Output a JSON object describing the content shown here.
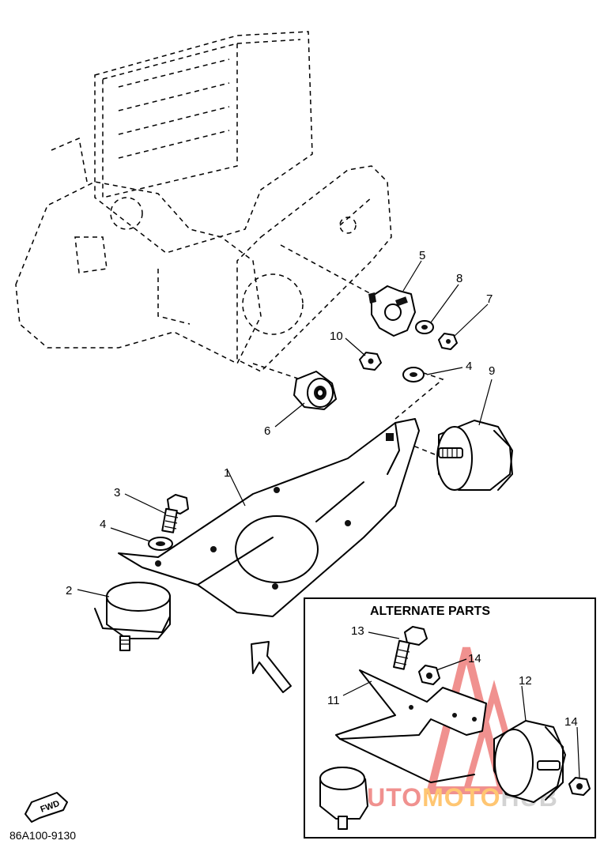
{
  "diagram": {
    "callouts": {
      "p1": "1",
      "p2": "2",
      "p3": "3",
      "p4a": "4",
      "p4b": "4",
      "p5": "5",
      "p6": "6",
      "p7": "7",
      "p8": "8",
      "p9": "9",
      "p10": "10",
      "p11": "11",
      "p12": "12",
      "p13": "13",
      "p14a": "14",
      "p14b": "14"
    },
    "alternate_title": "ALTERNATE PARTS",
    "direction_label": "FWD",
    "figure_code": "86A100-9130",
    "watermark": {
      "text_red": "AUTO",
      "text_orange": "MOTO",
      "text_gray": "HUB",
      "color_red": "#e53935",
      "color_orange": "#ff9800",
      "color_gray": "#b0b0b0"
    }
  }
}
